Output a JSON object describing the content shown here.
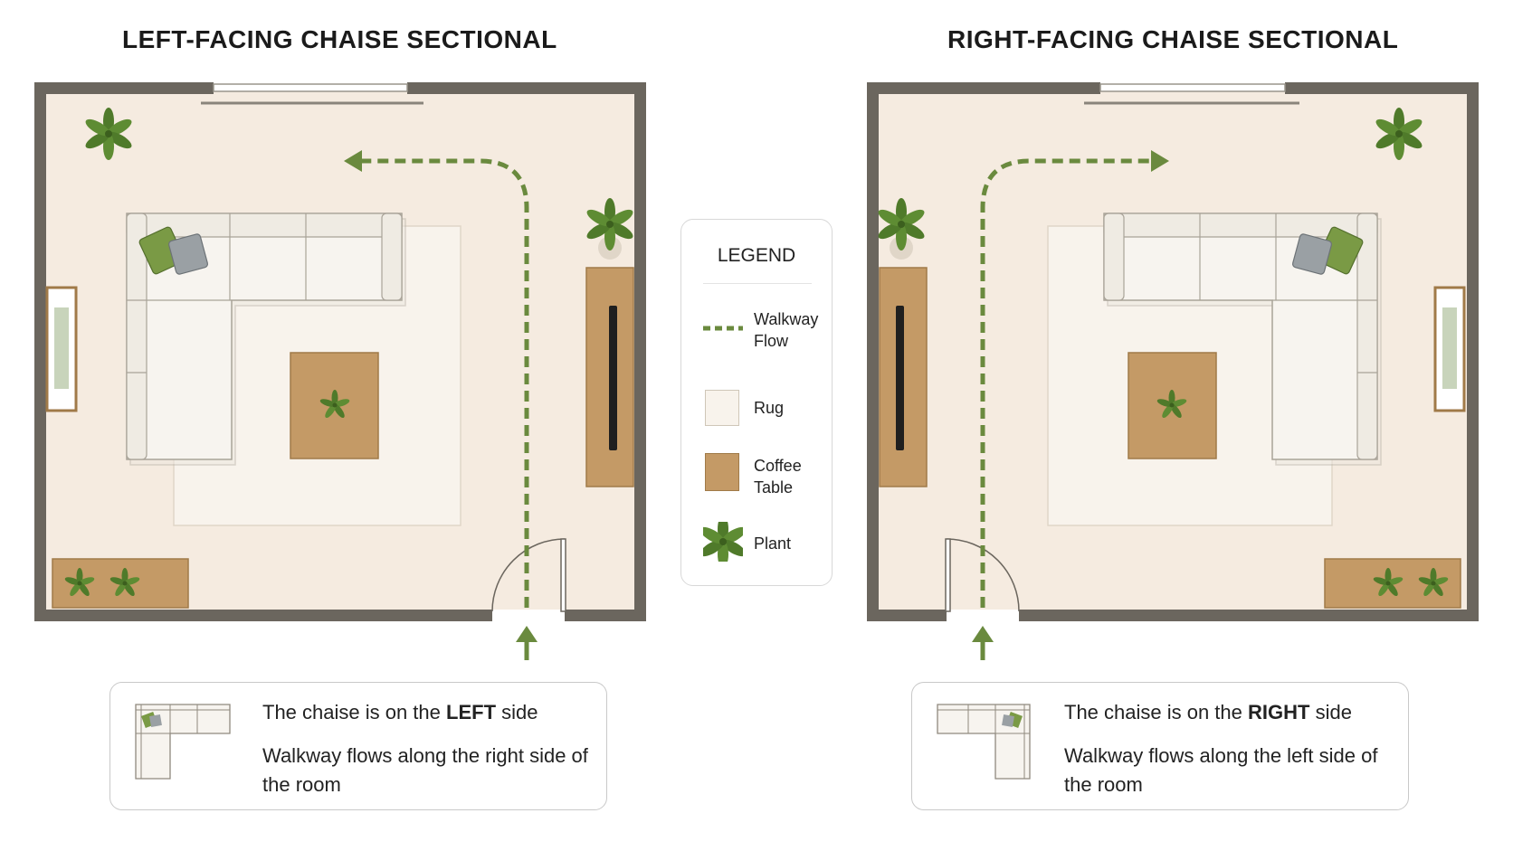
{
  "left_plan": {
    "title": "LEFT-FACING CHAISE SECTIONAL",
    "caption_prefix": "The chaise is on the",
    "caption_side": "LEFT",
    "caption_suffix": "side",
    "walkway_text": "Walkway flows along the right side of the room"
  },
  "right_plan": {
    "title": "RIGHT-FACING CHAISE SECTIONAL",
    "caption_prefix": "The chaise is on the",
    "caption_side": "RIGHT",
    "caption_suffix": "side",
    "walkway_text": "Walkway flows along the left side of the room"
  },
  "legend": {
    "title": "LEGEND",
    "items": [
      {
        "label": "Walkway Flow",
        "icon": "dashed-line-icon"
      },
      {
        "label": "Rug",
        "icon": "rug-swatch-icon"
      },
      {
        "label": "Coffee Table",
        "icon": "coffee-table-swatch-icon"
      },
      {
        "label": "Plant",
        "icon": "plant-icon"
      }
    ]
  },
  "colors": {
    "walkway": "#6a8a3e",
    "floor": "#f5ebe0",
    "rug": "#f8f3ec",
    "coffee_table": "#c49a66",
    "wall": "#6b665e",
    "sofa": "#f7f4ef",
    "plant": "#4f7a2a"
  }
}
